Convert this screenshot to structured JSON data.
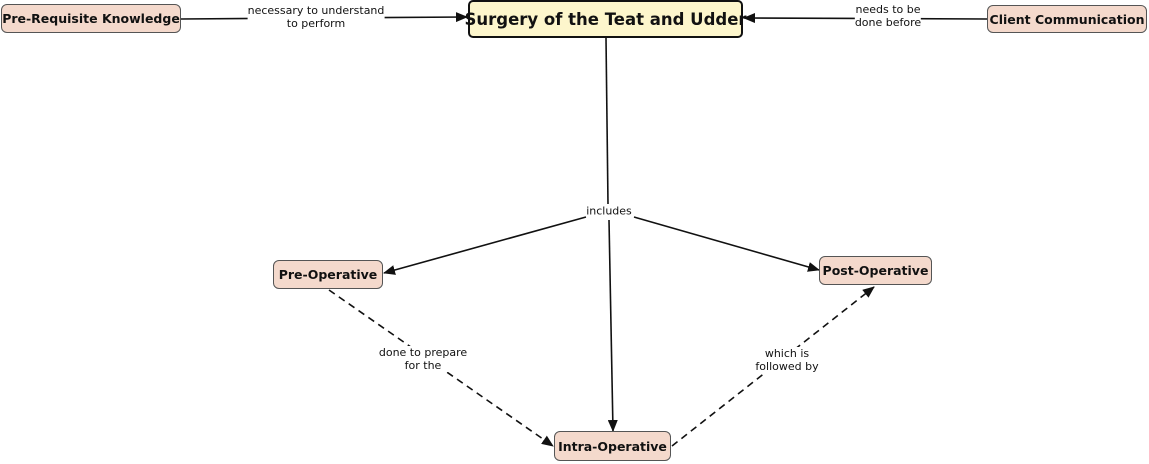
{
  "colors": {
    "main_fill": "#fdf6cc",
    "node_fill": "#f4d9cc",
    "stroke": "#111111"
  },
  "nodes": {
    "main": "Surgery of the Teat and Udder",
    "prereq": "Pre-Requisite Knowledge",
    "client": "Client Communication",
    "preop": "Pre-Operative",
    "intraop": "Intra-Operative",
    "postop": "Post-Operative"
  },
  "links": {
    "prereq": {
      "line1": "necessary to understand",
      "line2": "to perform"
    },
    "client": {
      "line1": "needs to be",
      "line2": "done before"
    },
    "includes": "includes",
    "pre_intra": {
      "line1": "done to prepare",
      "line2": "for the"
    },
    "intra_post": {
      "line1": "which is",
      "line2": "followed by"
    }
  }
}
